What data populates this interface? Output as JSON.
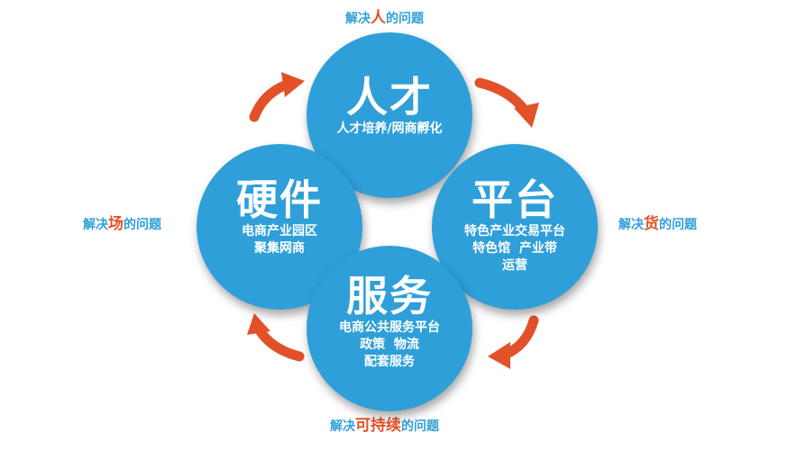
{
  "colors": {
    "circle": "#2f9fd9",
    "caption_text": "#2f9fd9",
    "emphasis": "#e2512a",
    "arrow": "#e2512a"
  },
  "circles": {
    "top": {
      "title": "人才",
      "lines": [
        "人才培养/网商孵化"
      ]
    },
    "left": {
      "title": "硬件",
      "lines": [
        "电商产业园区",
        "聚集网商"
      ]
    },
    "right": {
      "title": "平台",
      "lines": [
        "特色产业交易平台",
        "特色馆  产业带",
        "运营"
      ]
    },
    "bottom": {
      "title": "服务",
      "lines": [
        "电商公共服务平台",
        "政策  物流",
        "配套服务"
      ]
    }
  },
  "captions": {
    "top": {
      "prefix": "解决",
      "emphasis": "人",
      "suffix": "的问题"
    },
    "left": {
      "prefix": "解决",
      "emphasis": "场",
      "suffix": "的问题"
    },
    "right": {
      "prefix": "解决",
      "emphasis": "货",
      "suffix": "的问题"
    },
    "bottom": {
      "prefix": "解决",
      "emphasis": "可持续",
      "suffix": "的问题"
    }
  },
  "arrows": [
    "arrow-top-right",
    "arrow-bottom-right",
    "arrow-bottom-left",
    "arrow-top-left"
  ]
}
